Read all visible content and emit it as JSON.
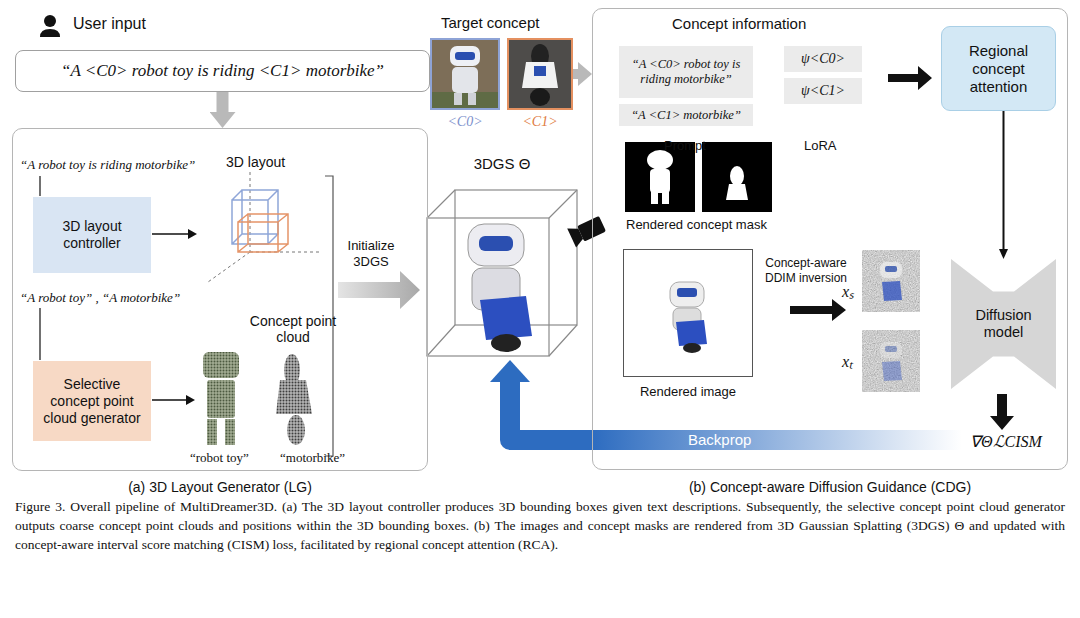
{
  "diagram": {
    "caption": "Figure 3. Overall pipeline of MultiDreamer3D. (a) The 3D layout controller produces 3D bounding boxes given text descriptions. Subsequently, the selective concept point cloud generator outputs coarse concept point clouds and positions within the 3D bounding boxes. (b) The images and concept masks are rendered from 3D Gaussian Splatting (3DGS) Θ and updated with concept-aware interval score matching (CISM) loss, facilitated by regional concept attention (RCA).",
    "nodes": [
      {
        "text": [
          "User input",
          "“A <C0> robot toy is riding <C1> motorbike”"
        ]
      },
      {
        "text": [
          "<C0>"
        ]
      },
      {
        "text": [
          "<C1>"
        ]
      },
      {
        "text": [
          "(a) 3D Layout Generator (LG)"
        ]
      },
      {
        "text": [
          "3D layout controller"
        ],
        "in": 3
      },
      {
        "text": [
          "Selective concept point cloud generator"
        ],
        "in": 3
      },
      {
        "text": [
          "3DGS Θ"
        ]
      },
      {
        "text": [
          "(b) Concept-aware Diffusion Guidance (CDG)"
        ]
      },
      {
        "text": [
          "“A <C0> robot toy is riding motorbike”"
        ],
        "in": 7
      },
      {
        "text": [
          "“A <C1> motorbike”"
        ],
        "in": 7
      },
      {
        "text": [
          "ψ<C0>"
        ],
        "in": 7
      },
      {
        "text": [
          "ψ<C1>"
        ],
        "in": 7
      },
      {
        "text": [
          "Regional concept attention"
        ],
        "in": 7
      },
      {
        "text": [
          "Rendered image"
        ],
        "in": 7
      },
      {
        "text": [
          "Diffusion model"
        ],
        "in": 7
      }
    ],
    "edges": [
      {
        "from": 0,
        "to": 3,
        "arrow": "to"
      },
      {
        "from": 2,
        "to": 7,
        "arrow": "to"
      },
      {
        "from": 7,
        "to": 6,
        "label": "Backprop",
        "arrow": "to"
      },
      {
        "from": 12,
        "to": 14,
        "arrow": "to"
      }
    ],
    "labels": [
      "Target concept",
      "“A robot toy is riding motorbike”",
      "3D layout",
      "“A robot toy” , “A motorbike”",
      "Concept point cloud",
      "“robot toy”",
      "“motorbike”",
      "Initialize 3DGS",
      "Concept information",
      "Prompt",
      "LoRA",
      "Rendered concept mask",
      "Concept-aware DDIM inversion",
      "xₛ",
      "xₜ",
      "∇ΘℒCISM"
    ]
  }
}
